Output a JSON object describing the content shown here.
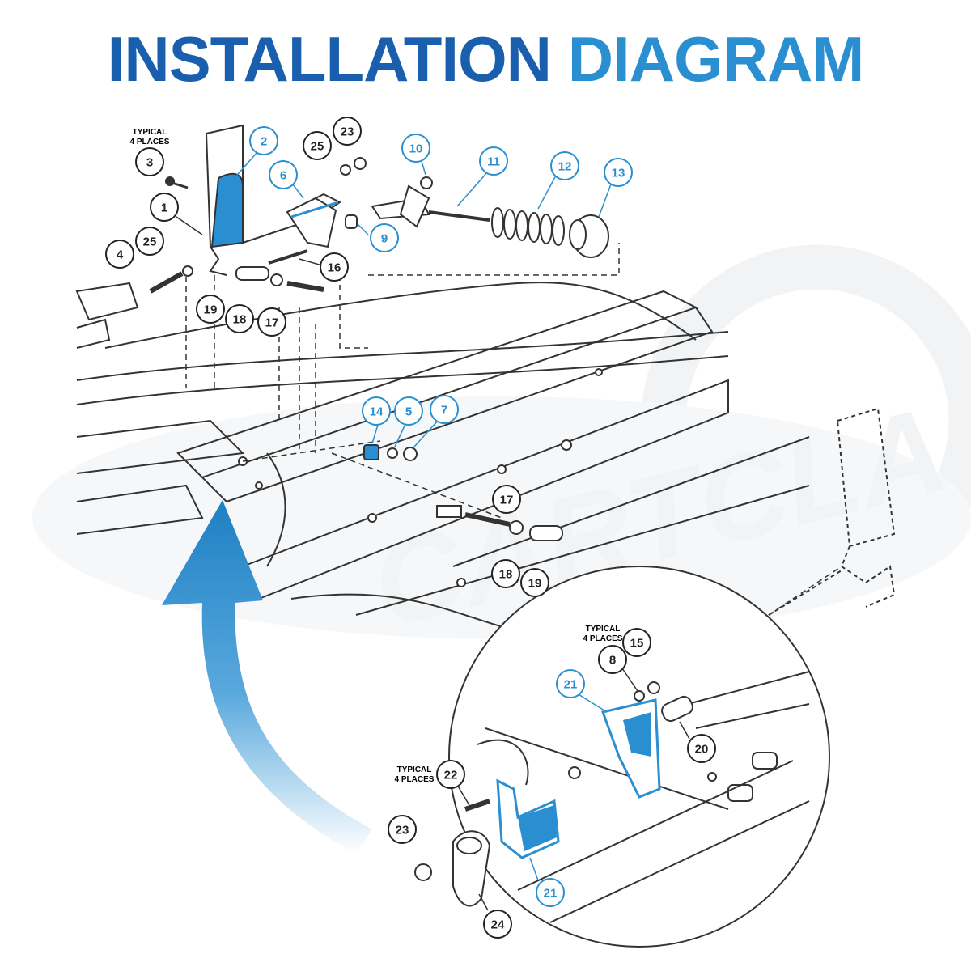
{
  "title": {
    "word1": "INSTALLATION",
    "word2": "DIAGRAM"
  },
  "notes": {
    "typical_top": [
      "TYPICAL",
      "4 PLACES"
    ],
    "typical_inset_right": [
      "TYPICAL",
      "4 PLACES"
    ],
    "typical_inset_left": [
      "TYPICAL",
      "4 PLACES"
    ]
  },
  "watermark": {
    "text": "CARTCLAN"
  },
  "colors": {
    "highlight": "#2a8fd0",
    "title_dark": "#1a5fad",
    "arrow": "#1e80c4",
    "line": "#333333"
  },
  "callouts": [
    {
      "id": "c1",
      "label": "1",
      "style": "plain"
    },
    {
      "id": "c2",
      "label": "2",
      "style": "blue"
    },
    {
      "id": "c3",
      "label": "3",
      "style": "plain"
    },
    {
      "id": "c4",
      "label": "4",
      "style": "plain"
    },
    {
      "id": "c5",
      "label": "5",
      "style": "blue"
    },
    {
      "id": "c6",
      "label": "6",
      "style": "blue"
    },
    {
      "id": "c7",
      "label": "7",
      "style": "blue"
    },
    {
      "id": "c9",
      "label": "9",
      "style": "blue"
    },
    {
      "id": "c10",
      "label": "10",
      "style": "blue"
    },
    {
      "id": "c11",
      "label": "11",
      "style": "blue"
    },
    {
      "id": "c12",
      "label": "12",
      "style": "blue"
    },
    {
      "id": "c13",
      "label": "13",
      "style": "blue"
    },
    {
      "id": "c14",
      "label": "14",
      "style": "blue"
    },
    {
      "id": "c16",
      "label": "16",
      "style": "plain"
    },
    {
      "id": "c17a",
      "label": "17",
      "style": "plain"
    },
    {
      "id": "c18a",
      "label": "18",
      "style": "plain"
    },
    {
      "id": "c19a",
      "label": "19",
      "style": "plain"
    },
    {
      "id": "c23a",
      "label": "23",
      "style": "plain"
    },
    {
      "id": "c25a",
      "label": "25",
      "style": "plain"
    },
    {
      "id": "c25b",
      "label": "25",
      "style": "plain"
    },
    {
      "id": "c17b",
      "label": "17",
      "style": "plain"
    },
    {
      "id": "c18b",
      "label": "18",
      "style": "plain"
    },
    {
      "id": "c19b",
      "label": "19",
      "style": "plain"
    },
    {
      "id": "c8",
      "label": "8",
      "style": "plain"
    },
    {
      "id": "c15",
      "label": "15",
      "style": "plain"
    },
    {
      "id": "c20",
      "label": "20",
      "style": "plain"
    },
    {
      "id": "c21a",
      "label": "21",
      "style": "blue"
    },
    {
      "id": "c21b",
      "label": "21",
      "style": "blue"
    },
    {
      "id": "c22",
      "label": "22",
      "style": "plain"
    },
    {
      "id": "c23b",
      "label": "23",
      "style": "plain"
    },
    {
      "id": "c24",
      "label": "24",
      "style": "plain"
    }
  ]
}
